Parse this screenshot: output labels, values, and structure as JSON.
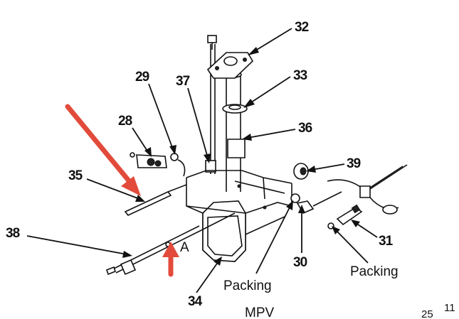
{
  "labels": {
    "l32": "32",
    "l33": "33",
    "l36": "36",
    "l39": "39",
    "l29": "29",
    "l37": "37",
    "l28": "28",
    "l35": "35",
    "l38": "38",
    "l31": "31",
    "l30": "30",
    "l34": "34",
    "lA": "A",
    "packing_1": "Packing",
    "packing_2": "Packing",
    "mpv": "MPV",
    "page_25": "25",
    "page_11": "11"
  },
  "colors": {
    "annotation_arrow": "#e24b3b",
    "line_art": "#111111",
    "background": "#ffffff"
  }
}
